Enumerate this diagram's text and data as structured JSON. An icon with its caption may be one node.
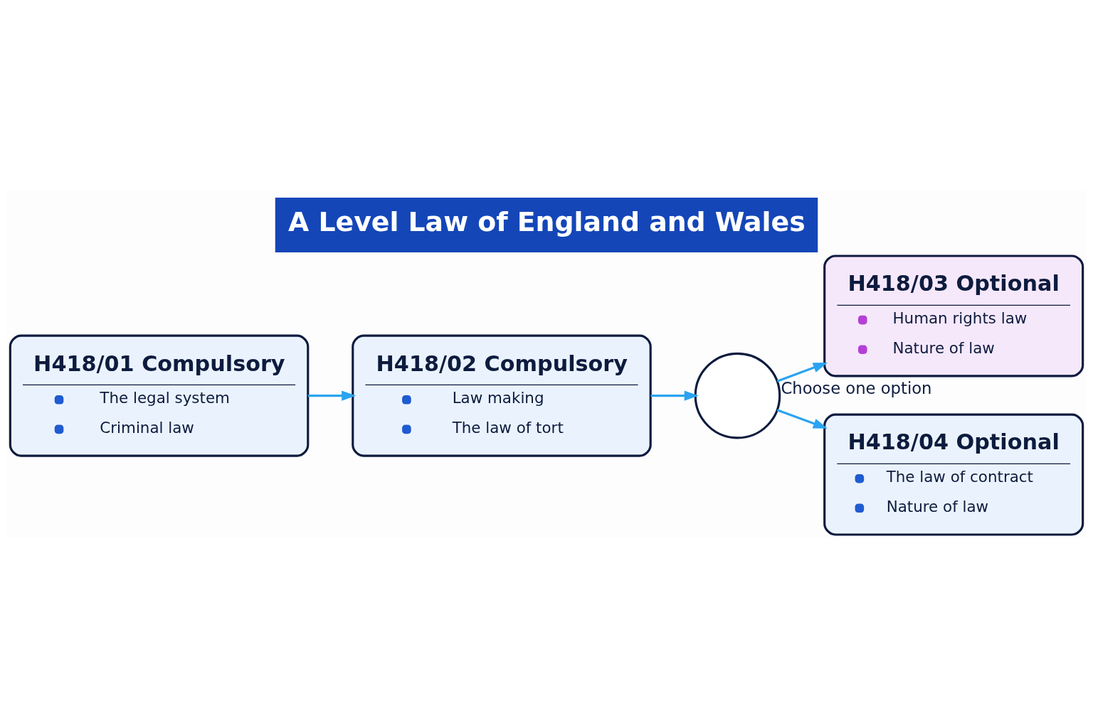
{
  "diagram": {
    "title": "A Level Law of England and Wales",
    "nodes": [
      {
        "text": [
          "H418/01 Compulsory",
          "The legal system",
          "Criminal law"
        ]
      },
      {
        "text": [
          "H418/02 Compulsory",
          "Law making",
          "The law of tort"
        ]
      },
      {
        "text": [],
        "shape": "circle",
        "beside": [
          "Choose one option"
        ]
      },
      {
        "text": [
          "H418/03 Optional",
          "Human rights law",
          "Nature of law"
        ]
      },
      {
        "text": [
          "H418/04 Optional",
          "The law of contract",
          "Nature of law"
        ]
      }
    ],
    "edges": [
      {
        "from": 0,
        "to": 1,
        "arrow": "to"
      },
      {
        "from": 1,
        "to": 2,
        "arrow": "to"
      },
      {
        "from": 2,
        "to": 3,
        "arrow": "to"
      },
      {
        "from": 2,
        "to": 4,
        "arrow": "to"
      }
    ]
  }
}
